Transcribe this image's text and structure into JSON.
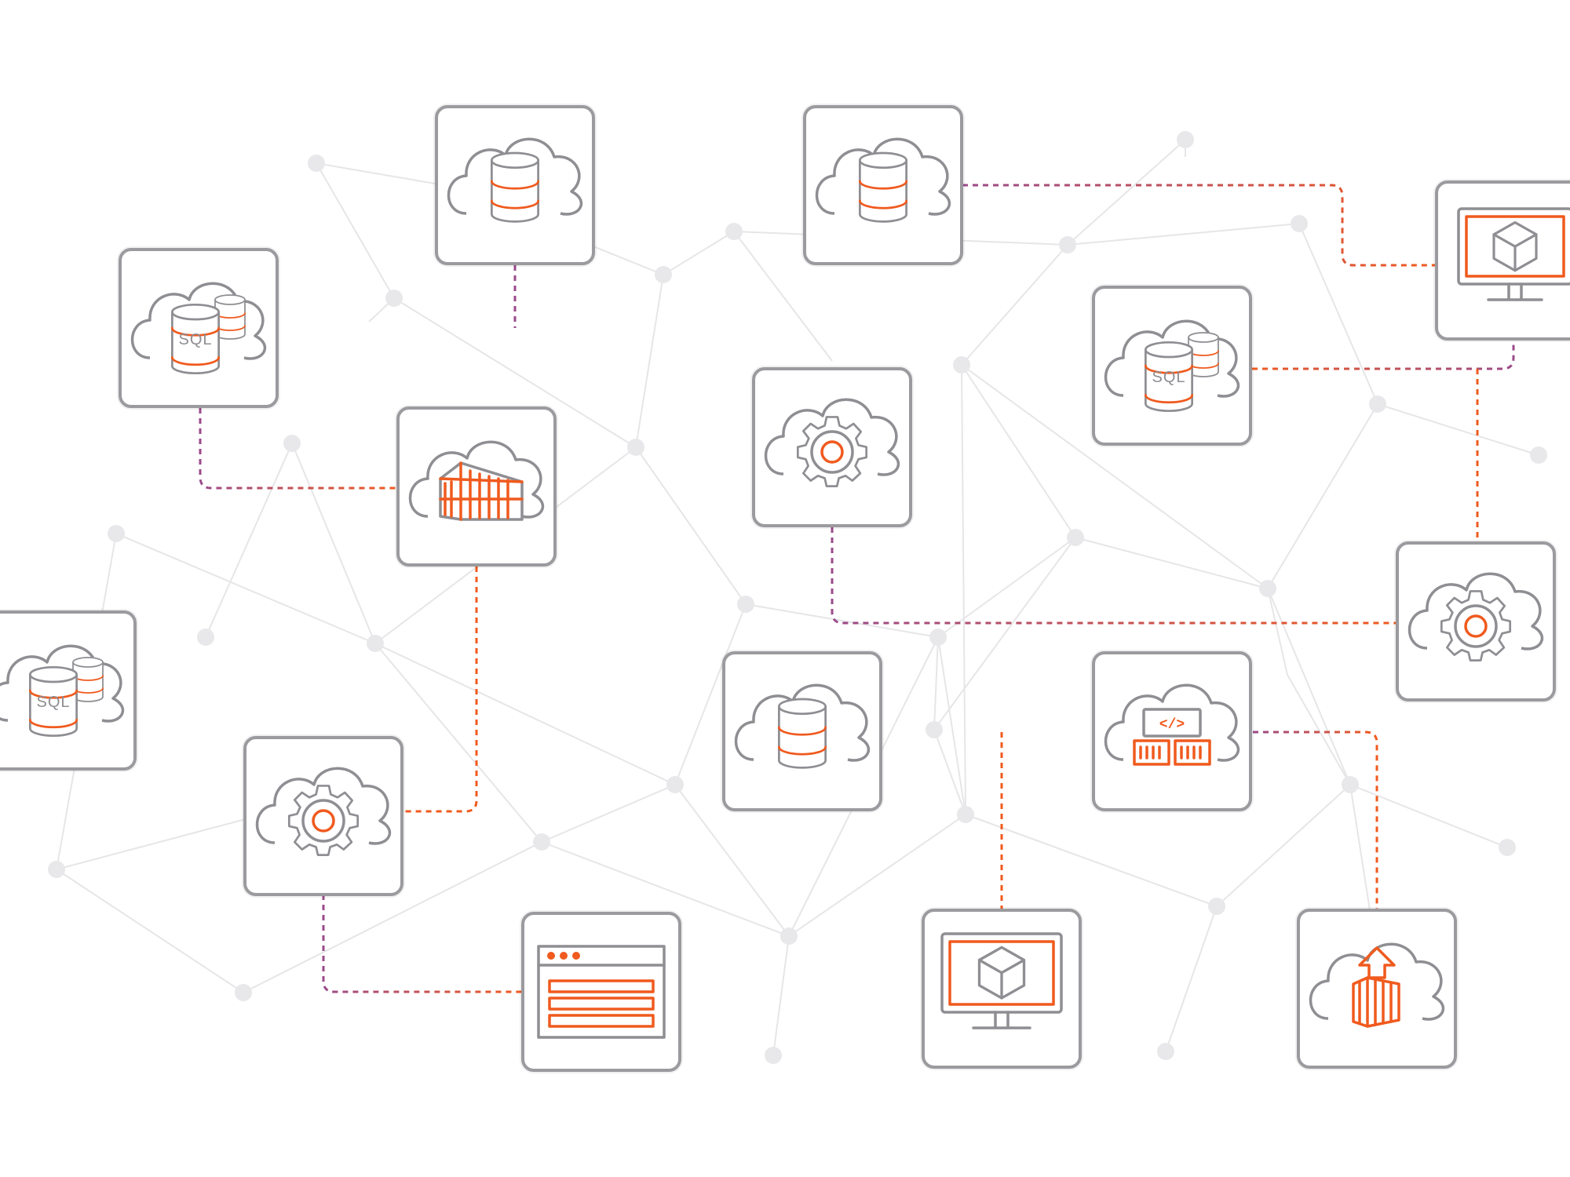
{
  "labels": {
    "sql": "SQL",
    "code": "</>"
  },
  "colors": {
    "accent": "#f05a1e",
    "purple": "#9a4a8a",
    "icon_gray": "#8e8e93",
    "tile_border": "#9b9b9f",
    "network": "#e6e6e8"
  },
  "tiles": [
    {
      "id": "cloud-db-top-1",
      "icon": "cloud-database-icon"
    },
    {
      "id": "cloud-db-top-2",
      "icon": "cloud-database-icon"
    },
    {
      "id": "monitor-top-right",
      "icon": "monitor-cube-icon"
    },
    {
      "id": "sql-left-top",
      "icon": "cloud-sql-database-icon"
    },
    {
      "id": "container-cloud",
      "icon": "cloud-container-icon"
    },
    {
      "id": "cloud-gear-center",
      "icon": "cloud-gear-icon"
    },
    {
      "id": "sql-right",
      "icon": "cloud-sql-database-icon"
    },
    {
      "id": "cloud-gear-right",
      "icon": "cloud-gear-icon"
    },
    {
      "id": "sql-left-mid",
      "icon": "cloud-sql-database-icon"
    },
    {
      "id": "cloud-db-center",
      "icon": "cloud-database-icon"
    },
    {
      "id": "cloud-code",
      "icon": "cloud-code-containers-icon"
    },
    {
      "id": "cloud-gear-left",
      "icon": "cloud-gear-icon"
    },
    {
      "id": "browser-window",
      "icon": "browser-window-icon"
    },
    {
      "id": "monitor-bottom",
      "icon": "monitor-cube-icon"
    },
    {
      "id": "cloud-upload",
      "icon": "cloud-upload-container-icon"
    }
  ]
}
